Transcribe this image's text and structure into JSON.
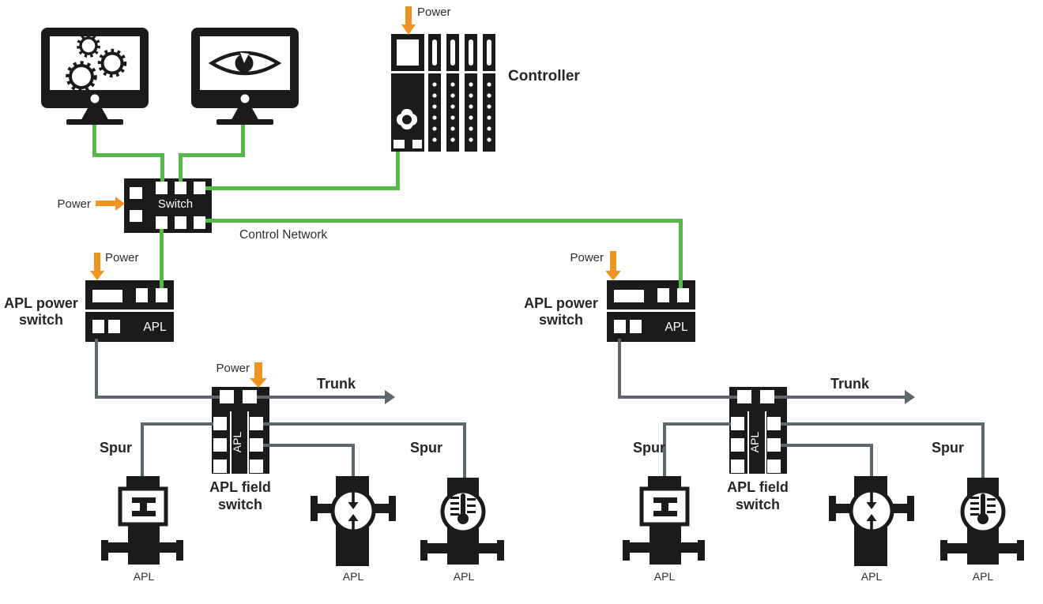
{
  "colors": {
    "line_green": "#57B84A",
    "line_gray": "#5D676E",
    "power_orange": "#F09421",
    "device_black": "#1B1B1B"
  },
  "controller": {
    "label": "Controller",
    "power_label": "Power"
  },
  "control_switch": {
    "label": "Switch",
    "power_label": "Power",
    "network_label": "Control Network"
  },
  "left_segment": {
    "power_switch": {
      "label_line1": "APL power",
      "label_line2": "switch",
      "power_label": "Power",
      "apl_port_label": "APL"
    },
    "field_switch": {
      "label_line1": "APL field",
      "label_line2": "switch",
      "power_label": "Power",
      "apl_strip_label": "APL"
    },
    "trunk_label": "Trunk",
    "spur_label_1": "Spur",
    "spur_label_2": "Spur",
    "device_labels": {
      "valve": "APL",
      "flow": "APL",
      "temperature": "APL"
    }
  },
  "right_segment": {
    "power_switch": {
      "label_line1": "APL power",
      "label_line2": "switch",
      "power_label": "Power",
      "apl_port_label": "APL"
    },
    "field_switch": {
      "label_line1": "APL field",
      "label_line2": "switch",
      "apl_strip_label": "APL"
    },
    "trunk_label": "Trunk",
    "spur_label_1": "Spur",
    "spur_label_2": "Spur",
    "device_labels": {
      "valve": "APL",
      "flow": "APL",
      "temperature": "APL"
    }
  }
}
